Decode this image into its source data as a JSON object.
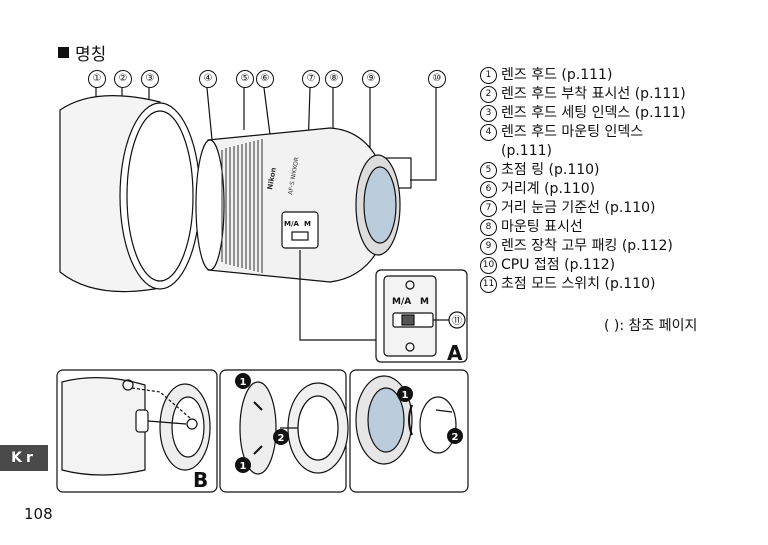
{
  "section": {
    "title": "명칭"
  },
  "callouts": [
    "①",
    "②",
    "③",
    "④",
    "⑤",
    "⑥",
    "⑦",
    "⑧",
    "⑨",
    "⑩"
  ],
  "parts": [
    {
      "num": "1",
      "text": "렌즈 후드 (p.111)"
    },
    {
      "num": "2",
      "text": "렌즈 후드 부착 표시선 (p.111)"
    },
    {
      "num": "3",
      "text": "렌즈 후드 세팅 인덱스 (p.111)"
    },
    {
      "num": "4",
      "text": "렌즈 후드 마운팅 인덱스\n(p.111)"
    },
    {
      "num": "5",
      "text": "초점 링 (p.110)"
    },
    {
      "num": "6",
      "text": "거리계 (p.110)"
    },
    {
      "num": "7",
      "text": "거리 눈금 기준선 (p.110)"
    },
    {
      "num": "8",
      "text": "마운팅 표시선"
    },
    {
      "num": "9",
      "text": "렌즈 장착 고무 패킹 (p.112)"
    },
    {
      "num": "10",
      "text": "CPU 접점 (p.112)"
    },
    {
      "num": "11",
      "text": "초점 모드 스위치 (p.110)"
    }
  ],
  "ref_note": "(  ): 참조 페이지",
  "switch": {
    "label_ma": "M/A",
    "label_m": "M",
    "callout": "⑪"
  },
  "panels": {
    "a": "A",
    "b": "B"
  },
  "steps": {
    "one": "1",
    "two": "2"
  },
  "lens_text": {
    "brand": "Nikon",
    "model": "AF-S NIKKOR"
  },
  "lang_tab": "Kr",
  "page_number": "108"
}
